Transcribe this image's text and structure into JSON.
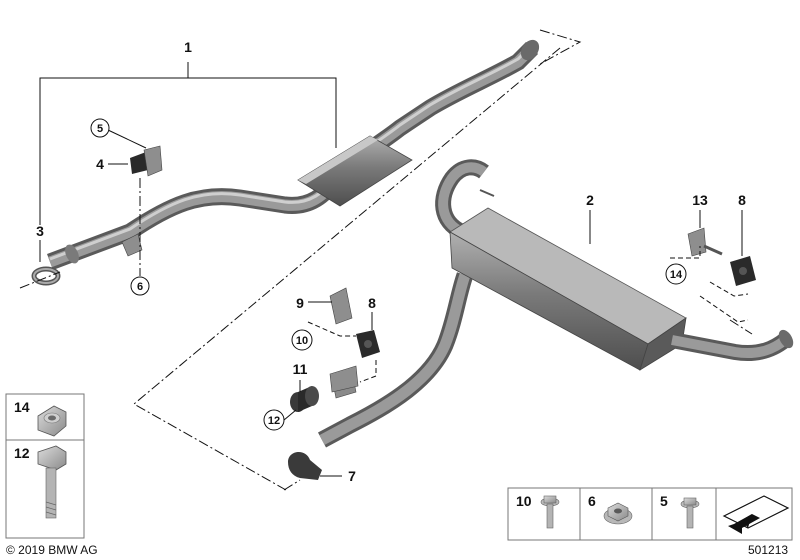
{
  "footer": {
    "copyright": "© 2019 BMW AG",
    "diagram_id": "501213"
  },
  "callouts": {
    "c1": "1",
    "c2": "2",
    "c3": "3",
    "c4": "4",
    "c5": "5",
    "c6": "6",
    "c7": "7",
    "c8a": "8",
    "c8b": "8",
    "c9": "9",
    "c10": "10",
    "c11": "11",
    "c12": "12",
    "c13": "13",
    "c14": "14"
  },
  "legend_boxes": {
    "left": [
      "14",
      "12"
    ],
    "bottom": [
      "10",
      "6",
      "5"
    ]
  },
  "icons": {
    "assembly_arrow": "assembly-arrow-icon"
  },
  "colors": {
    "pipe": "#8e8e8e",
    "pipe_dark": "#5e5e5e",
    "muffler": "#7a7a7a",
    "rubber": "#2a2a2a",
    "hardware": "#a8a8a8"
  }
}
